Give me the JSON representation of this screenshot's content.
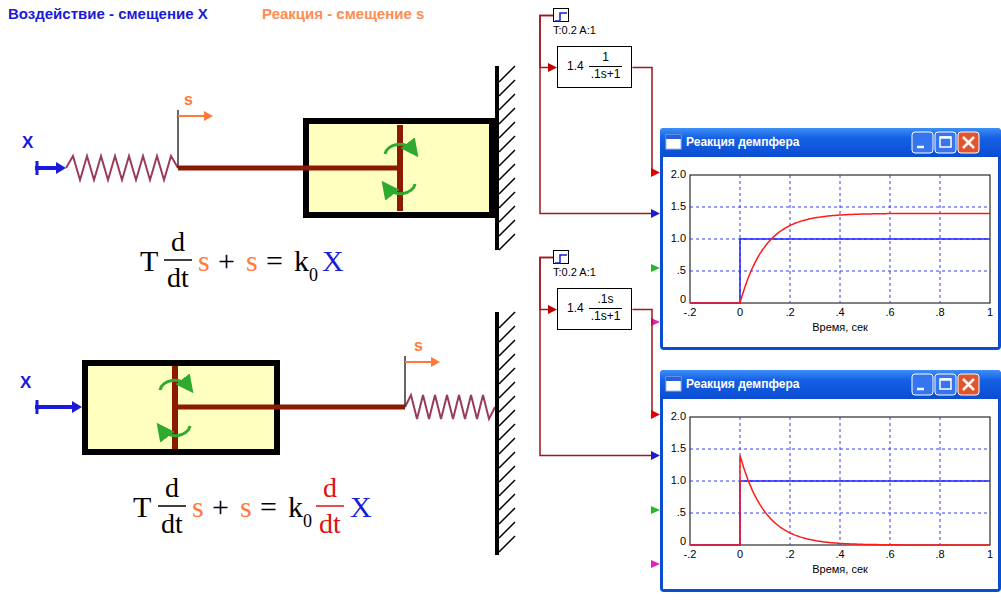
{
  "diagram": {
    "nodes": [
      {
        "text": [
          "T:0.2 A:1"
        ]
      },
      {
        "text": [
          "1.4",
          "1",
          ".1s+1"
        ]
      },
      {
        "text": [
          "Реакция демпфера",
          "2.0",
          "1.5",
          "1.0",
          ".5",
          "0",
          "-.2",
          "0",
          ".2",
          ".4",
          ".6",
          ".8",
          "1",
          "Время, сек"
        ]
      },
      {
        "text": [
          "T:0.2 A:1"
        ]
      },
      {
        "text": [
          "1.4",
          ".1s",
          ".1s+1"
        ]
      },
      {
        "text": [
          "Реакция демпфера",
          "2.0",
          "1.5",
          "1.0",
          ".5",
          "0",
          "-.2",
          "0",
          ".2",
          ".4",
          ".6",
          ".8",
          "1",
          "Время, сек"
        ]
      }
    ],
    "edges": [
      {
        "from": 0,
        "to": 1,
        "arrow": "to"
      },
      {
        "from": 1,
        "to": 2,
        "arrow": "to"
      },
      {
        "from": 0,
        "to": 2,
        "arrow": "to"
      },
      {
        "from": 3,
        "to": 4,
        "arrow": "to"
      },
      {
        "from": 4,
        "to": 5,
        "arrow": "to"
      },
      {
        "from": 3,
        "to": 5,
        "arrow": "to"
      }
    ],
    "labels": [
      "Воздействие - смещение X",
      "Реакция - смещение s",
      "X",
      "s",
      "T",
      "d",
      "dt",
      "s",
      "+",
      "s",
      "=",
      "k",
      "0",
      "X",
      "X",
      "s",
      "T",
      "d",
      "dt",
      "s",
      "+",
      "s",
      "=",
      "k",
      "0",
      "d",
      "dt",
      "X"
    ]
  }
}
